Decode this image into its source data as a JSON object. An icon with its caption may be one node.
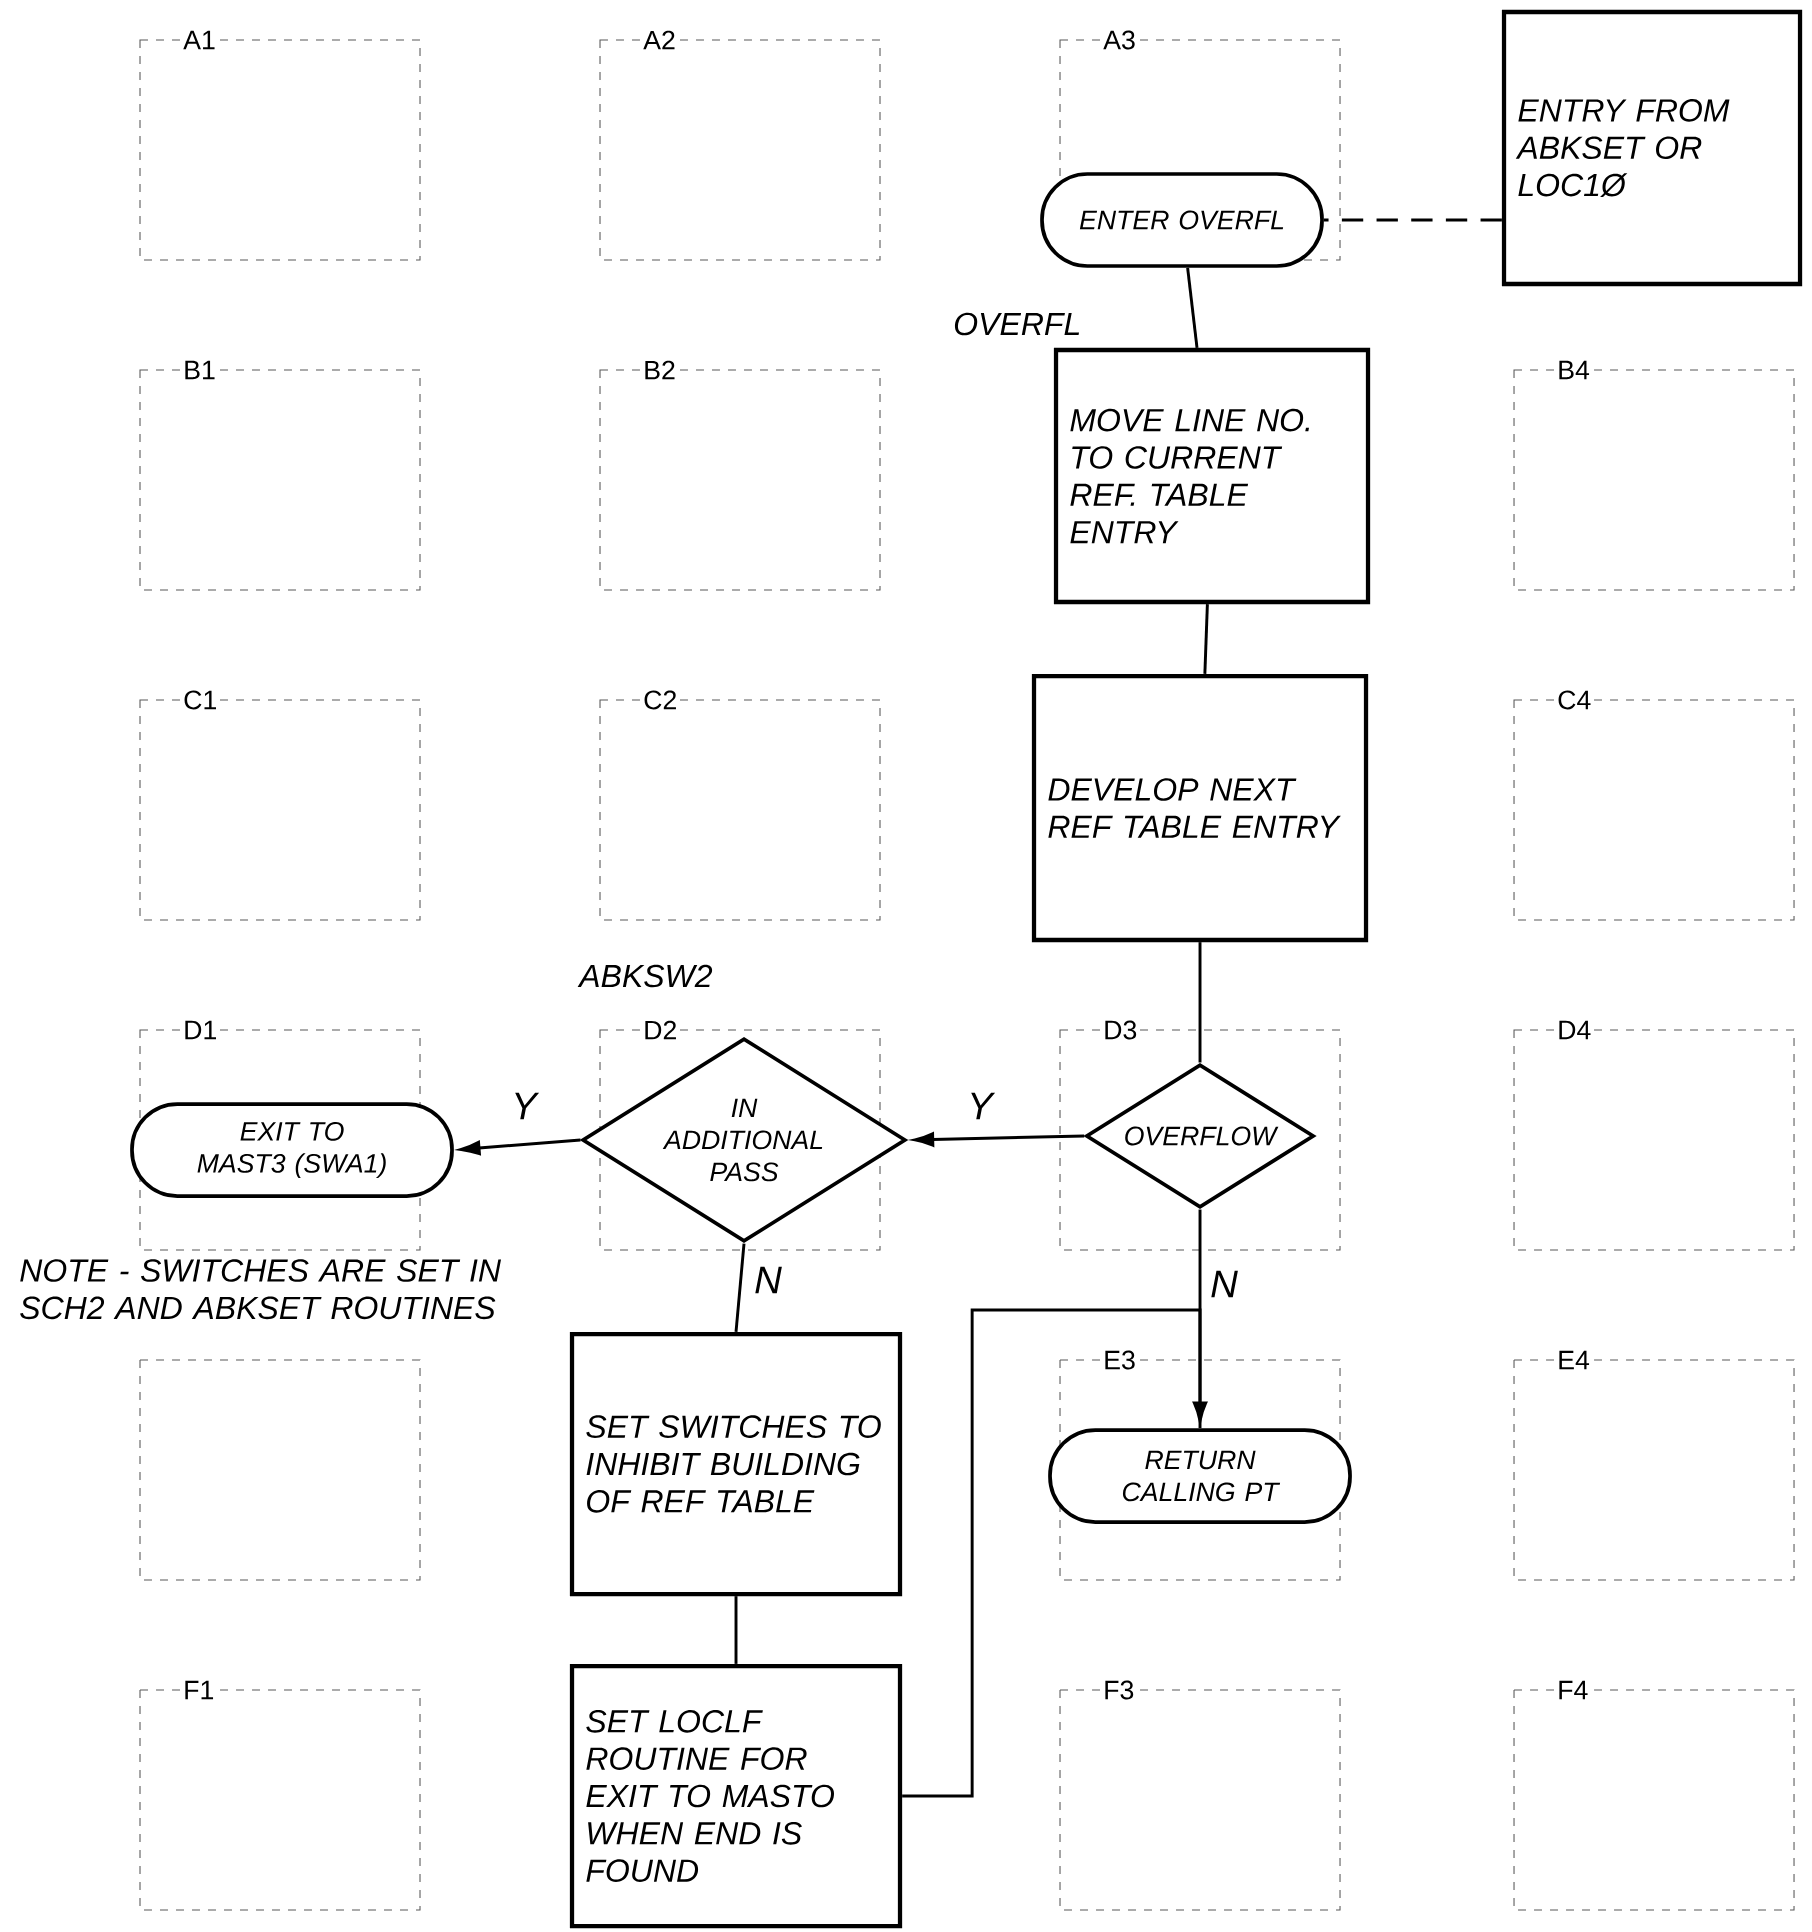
{
  "diagram": {
    "nodes": [
      {
        "text": [
          "ENTRY FROM ABKSET OR LOC1Ø"
        ]
      },
      {
        "text": [
          "ENTER OVERFL"
        ]
      },
      {
        "text": [
          "MOVE LINE NO. TO CURRENT REF. TABLE ENTRY"
        ],
        "beside": [
          "OVERFL"
        ]
      },
      {
        "text": [
          "DEVELOP NEXT REF TABLE ENTRY"
        ]
      },
      {
        "text": [
          "OVERFLOW"
        ]
      },
      {
        "text": [
          "IN ADDITIONAL PASS"
        ],
        "beside": [
          "ABKSW2"
        ]
      },
      {
        "text": [
          "EXIT TO MAST3 (SWA1)"
        ]
      },
      {
        "text": [
          "SET SWITCHES TO INHIBIT BUILDING OF REF TABLE"
        ]
      },
      {
        "text": [
          "SET LOCLF ROUTINE FOR EXIT TO MASTO WHEN END IS FOUND"
        ]
      },
      {
        "text": [
          "RETURN CALLING PT"
        ]
      }
    ],
    "edges": [
      {
        "from": 0,
        "to": 1,
        "arrow": "none",
        "style": "dashed"
      },
      {
        "from": 1,
        "to": 2,
        "arrow": "none"
      },
      {
        "from": 2,
        "to": 3,
        "arrow": "none"
      },
      {
        "from": 3,
        "to": 4,
        "arrow": "none"
      },
      {
        "from": 4,
        "to": 5,
        "arrow": "to",
        "label": "Y"
      },
      {
        "from": 5,
        "to": 6,
        "arrow": "to",
        "label": "Y"
      },
      {
        "from": 5,
        "to": 7,
        "arrow": "none",
        "label": "N"
      },
      {
        "from": 4,
        "to": 9,
        "arrow": "none",
        "label": "N"
      },
      {
        "from": 7,
        "to": 8,
        "arrow": "none"
      },
      {
        "from": 8,
        "to": 9,
        "arrow": "to"
      }
    ],
    "labels": [
      "A1",
      "A2",
      "A3",
      "B1",
      "B2",
      "B4",
      "C1",
      "C2",
      "C4",
      "D1",
      "D2",
      "D3",
      "D4",
      "E3",
      "E4",
      "F1",
      "F3",
      "F4",
      "NOTE - SWITCHES ARE SET IN SCH2 AND ABKSET ROUTINES"
    ]
  }
}
